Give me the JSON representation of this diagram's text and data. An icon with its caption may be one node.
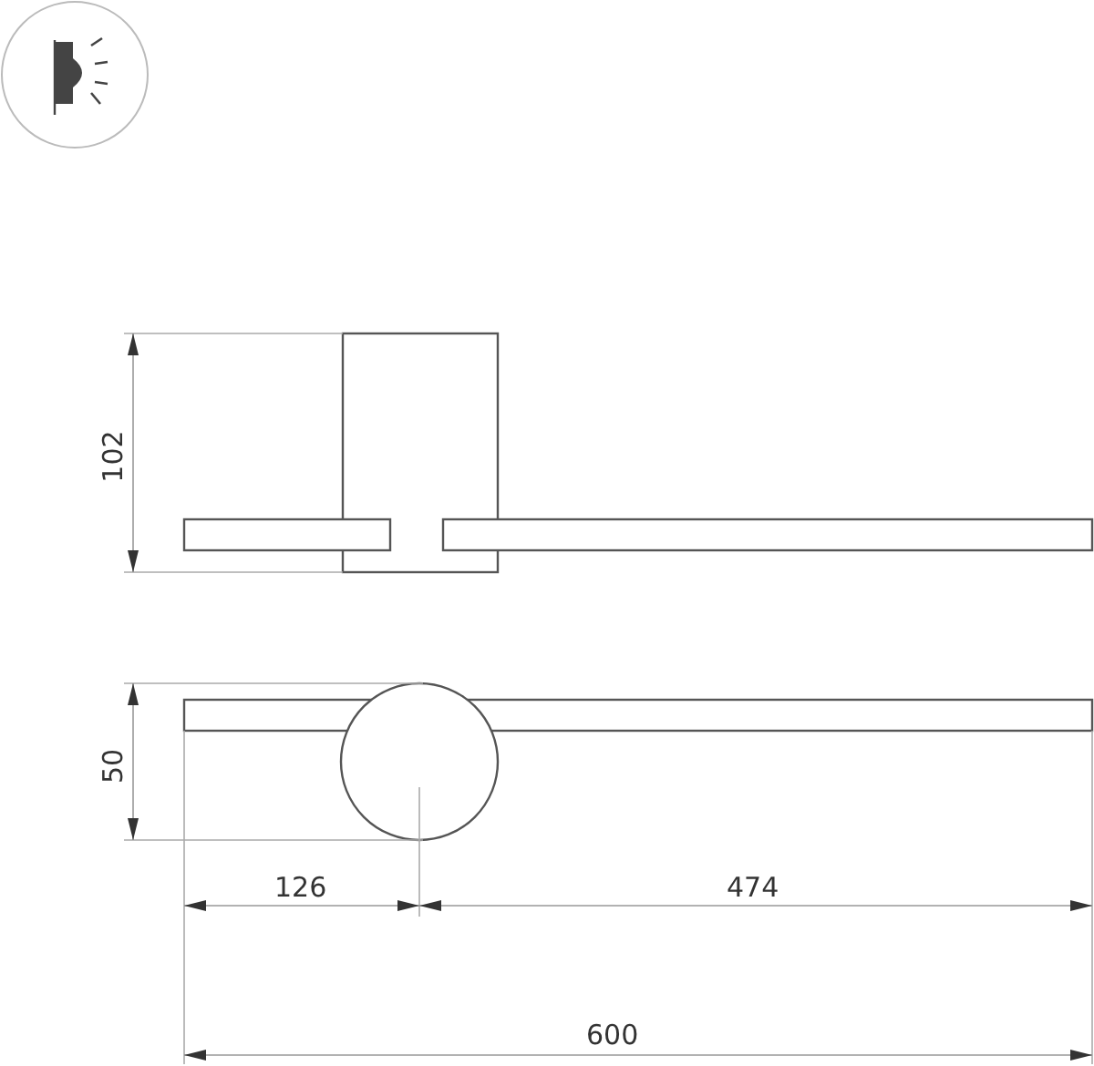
{
  "diagram": {
    "labels": [
      "102",
      "50",
      "126",
      "474",
      "600"
    ]
  }
}
